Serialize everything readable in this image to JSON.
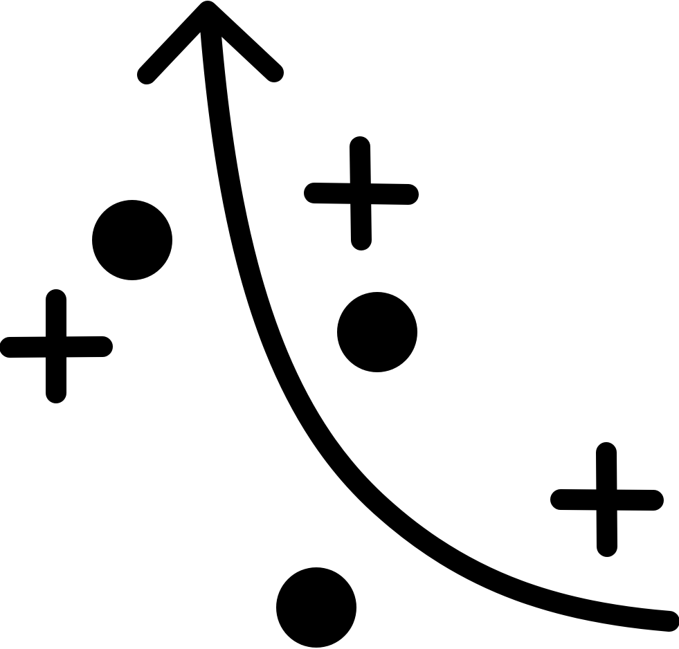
{
  "diagram": {
    "icon": "curve-with-markers-icon",
    "colors": {
      "stroke": "#000000",
      "background": "#ffffff"
    },
    "elements": {
      "curve": "curved-arrow",
      "arrowhead": "chevron-up-icon",
      "markers": [
        {
          "type": "dot",
          "name": "dot-icon"
        },
        {
          "type": "dot",
          "name": "dot-icon"
        },
        {
          "type": "dot",
          "name": "dot-icon"
        },
        {
          "type": "plus",
          "name": "plus-icon"
        },
        {
          "type": "plus",
          "name": "plus-icon"
        },
        {
          "type": "plus",
          "name": "plus-icon"
        }
      ]
    }
  }
}
